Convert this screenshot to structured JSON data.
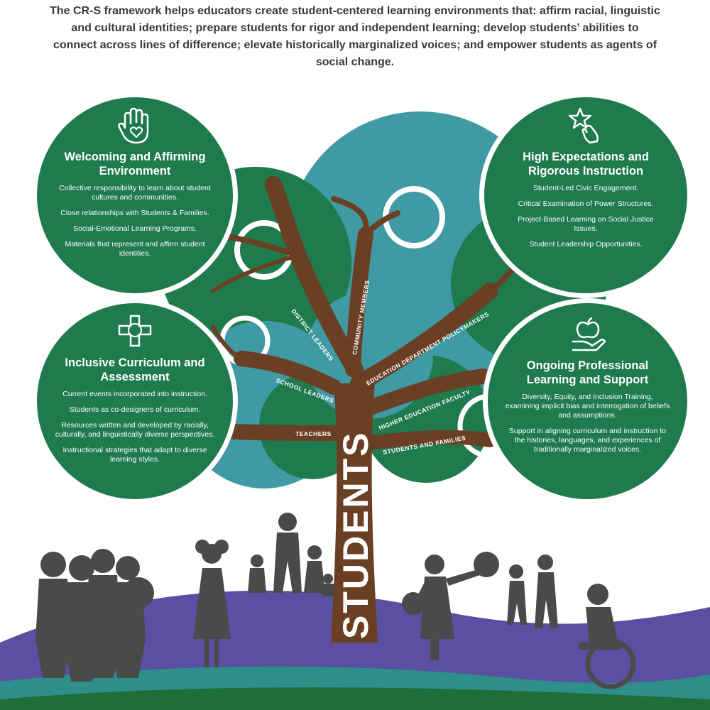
{
  "intro": "The CR-S framework helps educators create student-centered learning environments that: affirm racial, linguistic and cultural identities; prepare students for rigor and independent learning; develop students’ abilities to connect across lines of difference; elevate historically marginalized voices; and empower students as agents of social change.",
  "colors": {
    "green": "#1f7a4d",
    "teal": "#3f9aa3",
    "trunk": "#6b3f24",
    "hill_purple": "#5a4fa0",
    "hill_teal": "#2e8e8a",
    "hill_green": "#1f6e3a",
    "silhouette": "#4a4a4a"
  },
  "pillars": [
    {
      "id": "welcoming",
      "icon": "heart-hand-icon",
      "title": "Welcoming and Affirming Environment",
      "items": [
        "Collective responsibility to learn about student cultures and communities.",
        "Close relationships with Students & Families.",
        "Social-Emotional Learning Programs.",
        "Materials that represent and affirm student identities."
      ]
    },
    {
      "id": "high-expectations",
      "icon": "star-hand-icon",
      "title": "High Expectations and Rigorous Instruction",
      "items": [
        "Student-Led Civic Engagement.",
        "Critical Examination of Power Structures.",
        "Project-Based Learning on Social Justice Issues.",
        "Student Leadership Opportunities."
      ]
    },
    {
      "id": "inclusive-curriculum",
      "icon": "joined-hands-icon",
      "title": "Inclusive Curriculum and Assessment",
      "items": [
        "Current events incorporated into instruction.",
        "Students as co-designers of curriculum.",
        "Resources written and developed by racially, culturally, and linguistically diverse perspectives.",
        "Instructional strategies that adapt to diverse learning styles."
      ]
    },
    {
      "id": "professional-learning",
      "icon": "apple-hand-icon",
      "title": "Ongoing Professional Learning and Support",
      "items": [
        "Diversity, Equity, and Inclusion Training, examining implicit bias and interrogation of beliefs and assumptions.",
        "Support in aligning curriculum and instruction to the histories, languages, and experiences of traditionally marginalized voices."
      ]
    }
  ],
  "tree": {
    "trunk_label": "STUDENTS",
    "branches": [
      "DISTRICT LEADERS",
      "COMMUNITY MEMBERS",
      "EDUCATION DEPARTMENT POLICYMAKERS",
      "SCHOOL LEADERS",
      "HIGHER EDUCATION FACULTY",
      "TEACHERS",
      "STUDENTS AND FAMILIES"
    ]
  }
}
